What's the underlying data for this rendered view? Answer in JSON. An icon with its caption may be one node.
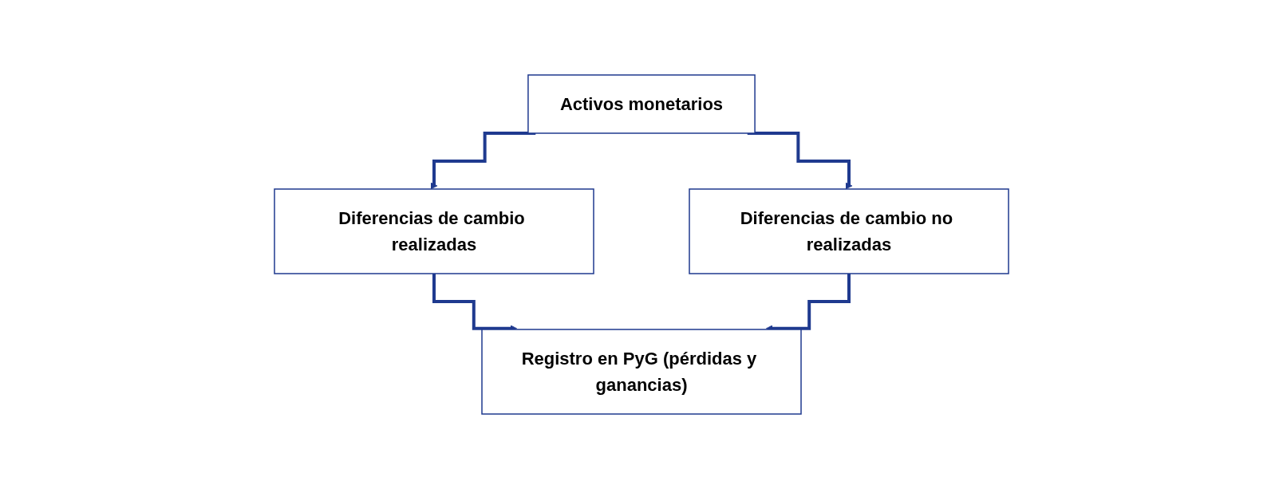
{
  "diagram": {
    "nodes": [
      {
        "text": [
          "Activos monetarios"
        ]
      },
      {
        "text": [
          "Diferencias de cambio realizadas"
        ]
      },
      {
        "text": [
          "Diferencias de cambio no realizadas"
        ]
      },
      {
        "text": [
          "Registro en PyG (pérdidas y ganancias)"
        ]
      }
    ],
    "edges": [
      {
        "from": 0,
        "to": 1,
        "arrow": "to"
      },
      {
        "from": 0,
        "to": 2,
        "arrow": "to"
      },
      {
        "from": 1,
        "to": 3,
        "arrow": "to"
      },
      {
        "from": 2,
        "to": 3,
        "arrow": "to"
      }
    ]
  }
}
